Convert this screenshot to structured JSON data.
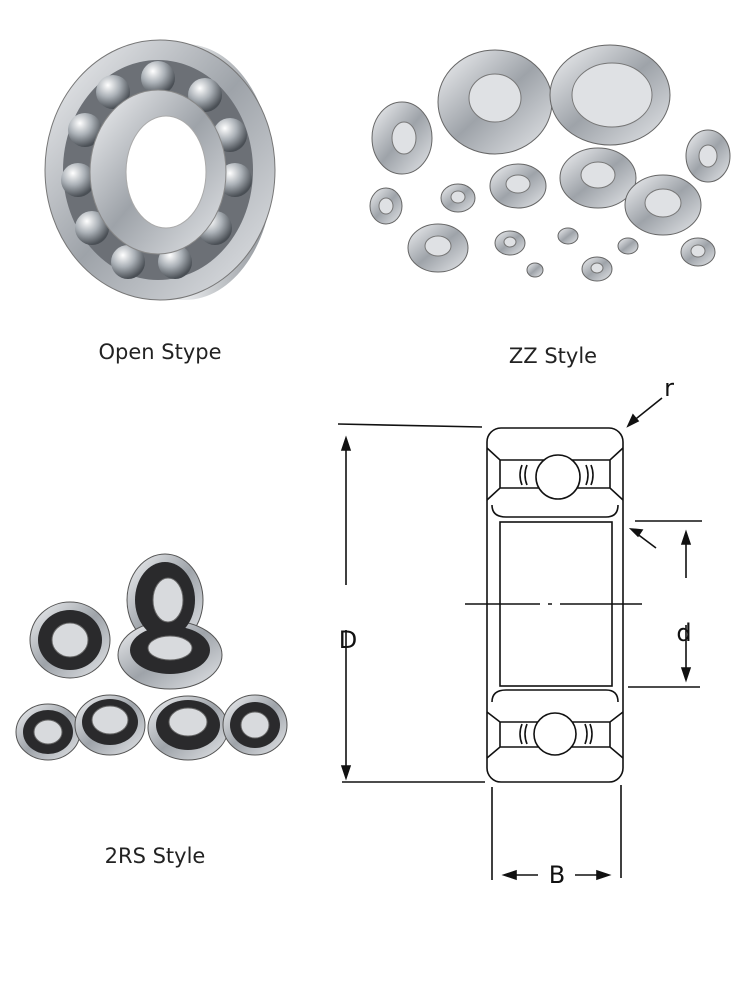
{
  "captions": {
    "open": "Open Stype",
    "zz": "ZZ Style",
    "rs": "2RS Style"
  },
  "diagram": {
    "labels": {
      "outer_diameter": "D",
      "inner_diameter": "d",
      "width": "B",
      "radius": "r"
    }
  },
  "colors": {
    "steel": "#b8bcc2",
    "rubber_seal": "#2a2a2c",
    "line": "#111111"
  }
}
